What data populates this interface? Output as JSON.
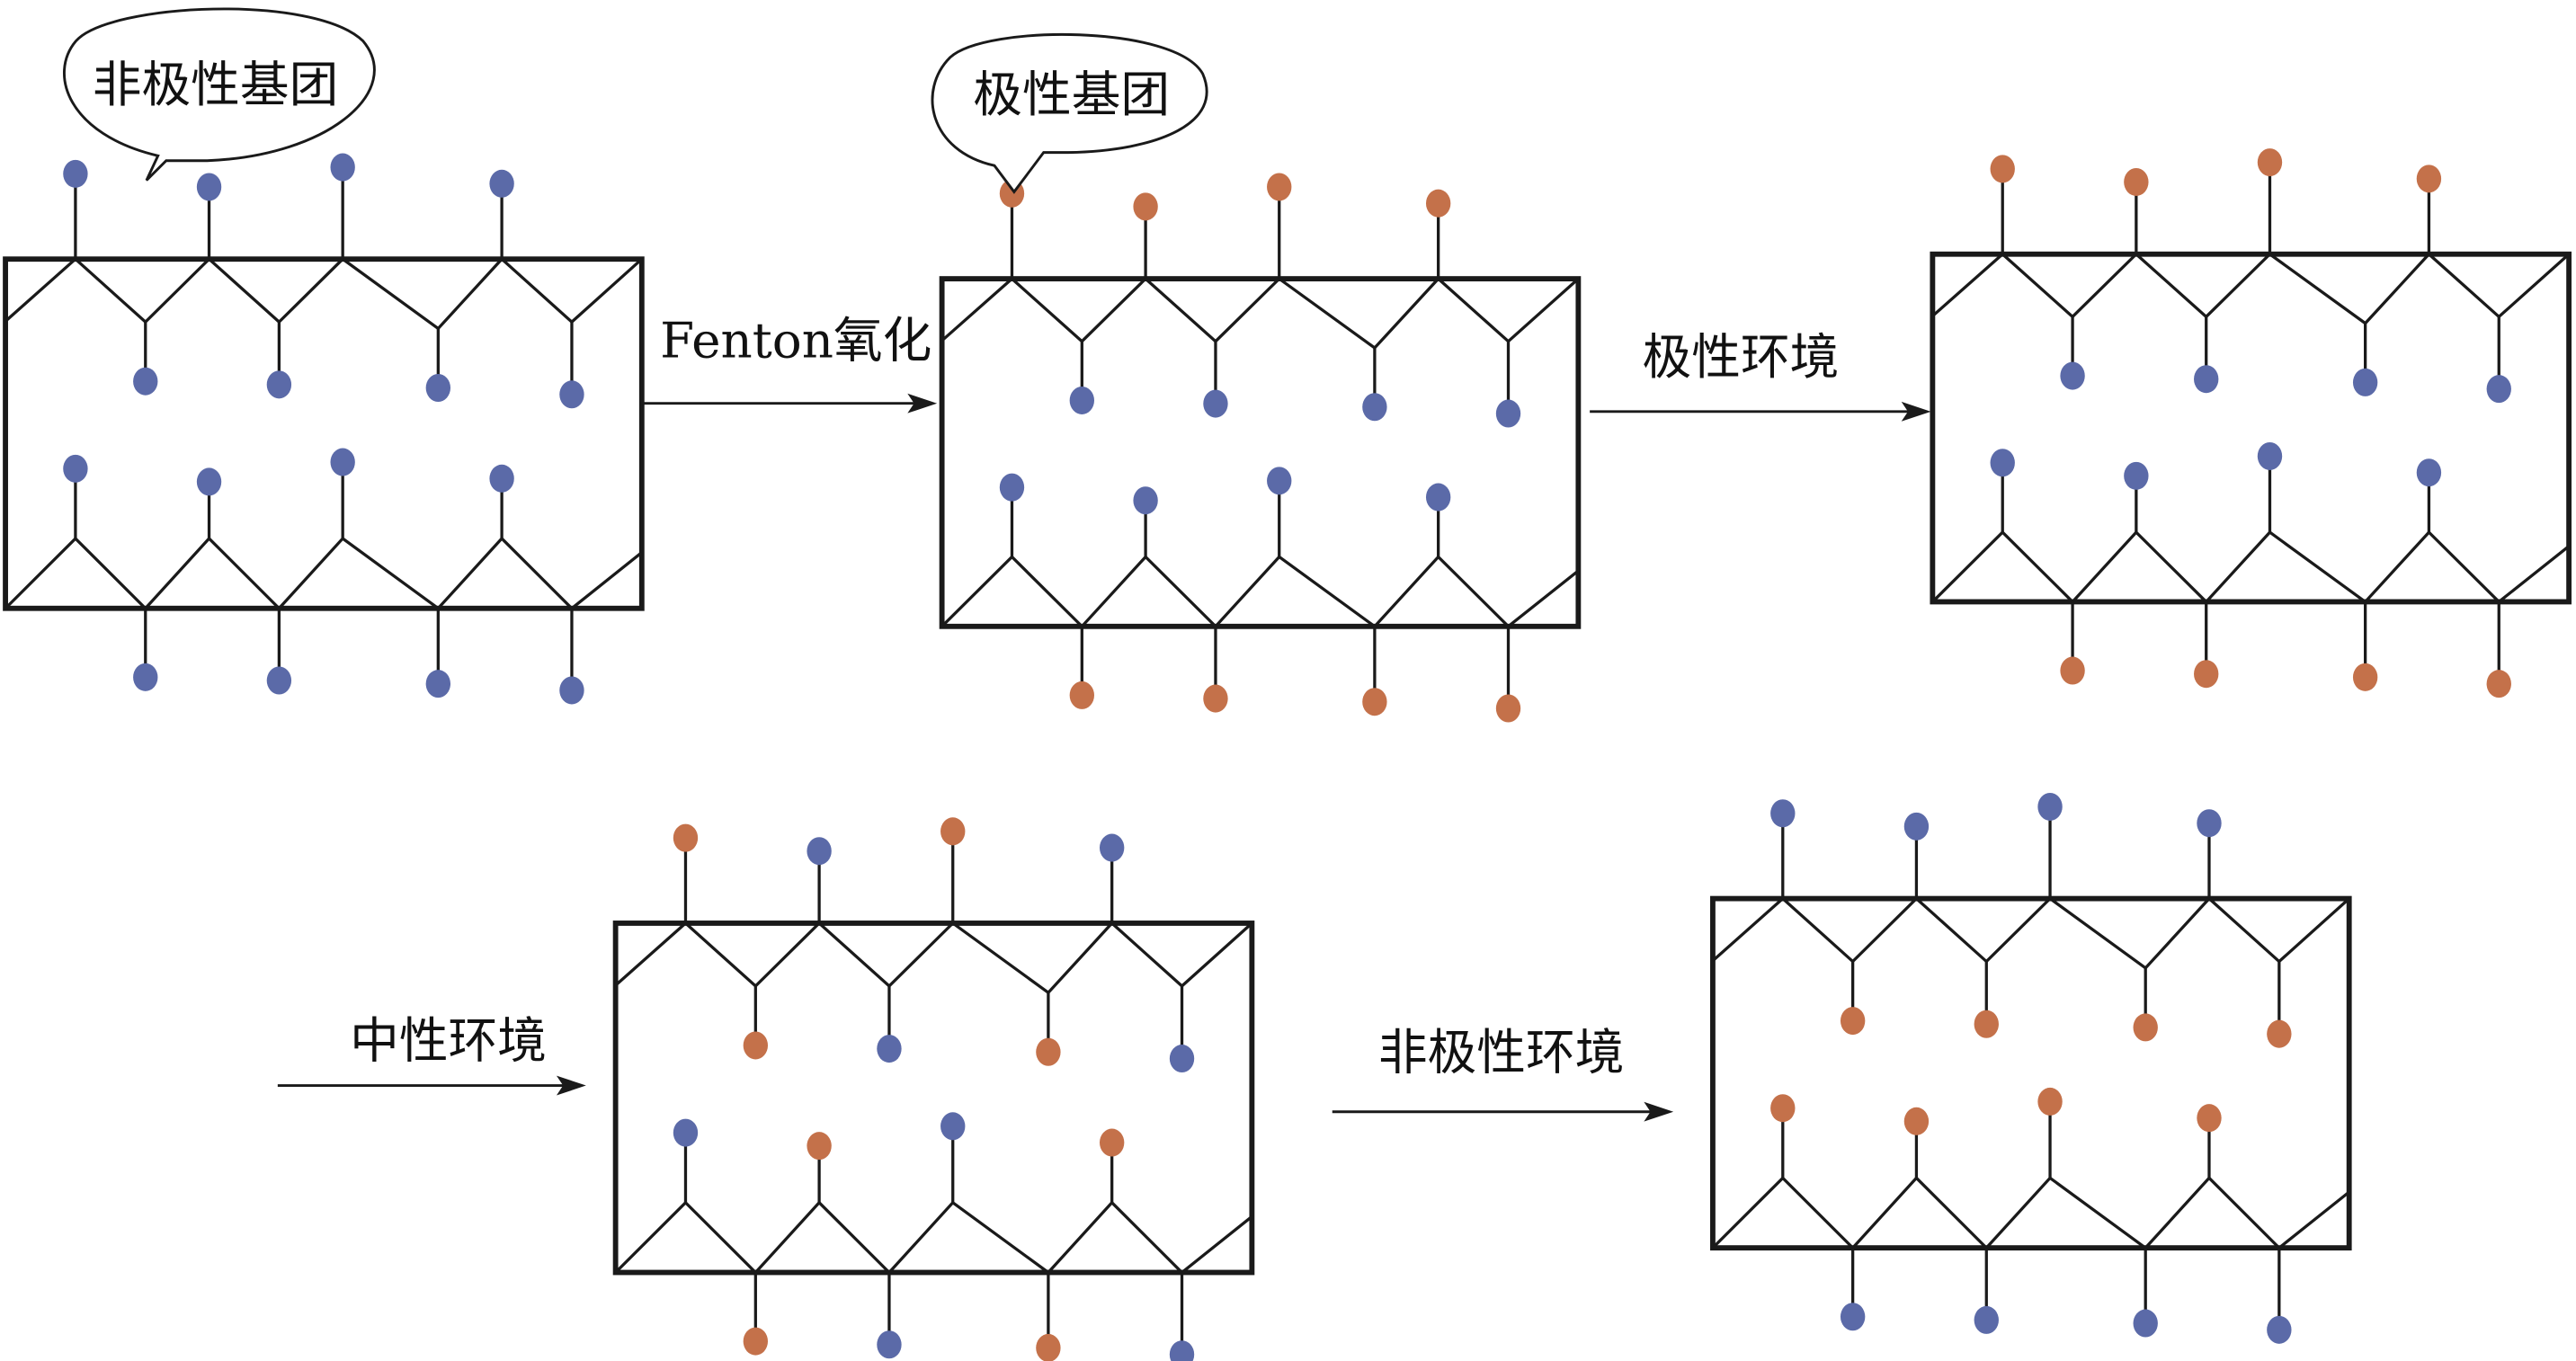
{
  "title": "Fenton氧化后的粒子表面基团在不同极性环境中的取向示意",
  "colors": {
    "nonpolar": "#5b6aa8",
    "polar": "#c4714a",
    "line": "#1a1a1a"
  },
  "callouts": {
    "nonpolar_group": "非极性基团",
    "polar_group": "极性基团"
  },
  "arrows": [
    {
      "label": "Fenton氧化"
    },
    {
      "label": "极性环境"
    },
    {
      "label": "中性环境"
    },
    {
      "label": "非极性环境"
    }
  ],
  "panels": [
    {
      "name": "initial",
      "top_outside": [
        "nonpolar",
        "nonpolar",
        "nonpolar",
        "nonpolar"
      ],
      "top_inside": [
        "nonpolar",
        "nonpolar",
        "nonpolar",
        "nonpolar"
      ],
      "bottom_inside": [
        "nonpolar",
        "nonpolar",
        "nonpolar",
        "nonpolar"
      ],
      "bottom_outside": [
        "nonpolar",
        "nonpolar",
        "nonpolar",
        "nonpolar"
      ]
    },
    {
      "name": "after-fenton-oxidation",
      "top_outside": [
        "polar",
        "polar",
        "polar",
        "polar"
      ],
      "top_inside": [
        "nonpolar",
        "nonpolar",
        "nonpolar",
        "nonpolar"
      ],
      "bottom_inside": [
        "nonpolar",
        "nonpolar",
        "nonpolar",
        "nonpolar"
      ],
      "bottom_outside": [
        "polar",
        "polar",
        "polar",
        "polar"
      ]
    },
    {
      "name": "polar-environment",
      "top_outside": [
        "polar",
        "polar",
        "polar",
        "polar"
      ],
      "top_inside": [
        "nonpolar",
        "nonpolar",
        "nonpolar",
        "nonpolar"
      ],
      "bottom_inside": [
        "nonpolar",
        "nonpolar",
        "nonpolar",
        "nonpolar"
      ],
      "bottom_outside": [
        "polar",
        "polar",
        "polar",
        "polar"
      ]
    },
    {
      "name": "neutral-environment",
      "top_outside": [
        "polar",
        "nonpolar",
        "polar",
        "nonpolar"
      ],
      "top_inside": [
        "polar",
        "nonpolar",
        "polar",
        "nonpolar"
      ],
      "bottom_inside": [
        "nonpolar",
        "polar",
        "nonpolar",
        "polar"
      ],
      "bottom_outside": [
        "polar",
        "nonpolar",
        "polar",
        "nonpolar"
      ]
    },
    {
      "name": "nonpolar-environment",
      "top_outside": [
        "nonpolar",
        "nonpolar",
        "nonpolar",
        "nonpolar"
      ],
      "top_inside": [
        "polar",
        "polar",
        "polar",
        "polar"
      ],
      "bottom_inside": [
        "polar",
        "polar",
        "polar",
        "polar"
      ],
      "bottom_outside": [
        "nonpolar",
        "nonpolar",
        "nonpolar",
        "nonpolar"
      ]
    }
  ]
}
